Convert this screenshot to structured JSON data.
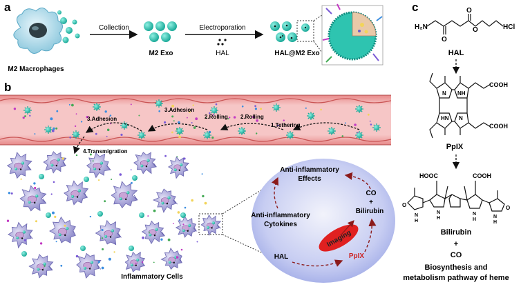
{
  "panels": {
    "a": {
      "letter": "a",
      "source_label": "M2 Macrophages",
      "step1_label": "Collection",
      "exo_label": "M2 Exo",
      "step2_label": "Electroporation",
      "drug_label": "HAL",
      "product_label": "HAL@M2 Exo"
    },
    "b": {
      "letter": "b",
      "steps": [
        "1.Tethering",
        "2.Rolling",
        "2.Rolling",
        "3.Adhesion",
        "3.Adhesion",
        "4.Transmigration"
      ],
      "cells_label": "Inflammatory Cells",
      "circle": {
        "effects_line1": "Anti-inflammatory",
        "effects_line2": "Effects",
        "co": "CO",
        "plus": "+",
        "bilirubin": "Bilirubin",
        "cytokines_line1": "Anti-inflammatory",
        "cytokines_line2": "Cytokines",
        "imaging": "Imaging",
        "ppix": "PpIX",
        "hal": "HAL"
      }
    },
    "c": {
      "letter": "c",
      "hal_formula": {
        "h2n": "H₂N",
        "hcl": "HCl",
        "o1": "O",
        "o2": "O",
        "o3": "O"
      },
      "hal_name": "HAL",
      "ppix_groups": {
        "cooh1": "COOH",
        "cooh2": "COOH",
        "n1": "N",
        "nh1": "NH",
        "hn": "HN",
        "n2": "N"
      },
      "ppix_name": "PpIX",
      "bili_groups": {
        "hooc": "HOOC",
        "cooh": "COOH",
        "o_left": "O",
        "o_right": "O",
        "h_left": "H",
        "h_mid1": "H",
        "h_mid2": "H",
        "h_right": "H",
        "n_left": "N",
        "n_mid1": "N",
        "n_mid2": "N",
        "n_right": "N"
      },
      "bili_name": "Bilirubin",
      "plus": "+",
      "co": "CO",
      "caption_line1": "Biosynthesis and",
      "caption_line2": "metabolism pathway of heme"
    }
  },
  "colors": {
    "exosome": "#2ec4b0",
    "macrophage": "#a9d8e6",
    "vessel": "#f0a2a2",
    "vessel_dark": "#d46a6a",
    "circle": "#b9c3f0",
    "imaging": "#e02020",
    "ppix_text": "#cc2222",
    "arrow_red": "#8b1a1a"
  }
}
